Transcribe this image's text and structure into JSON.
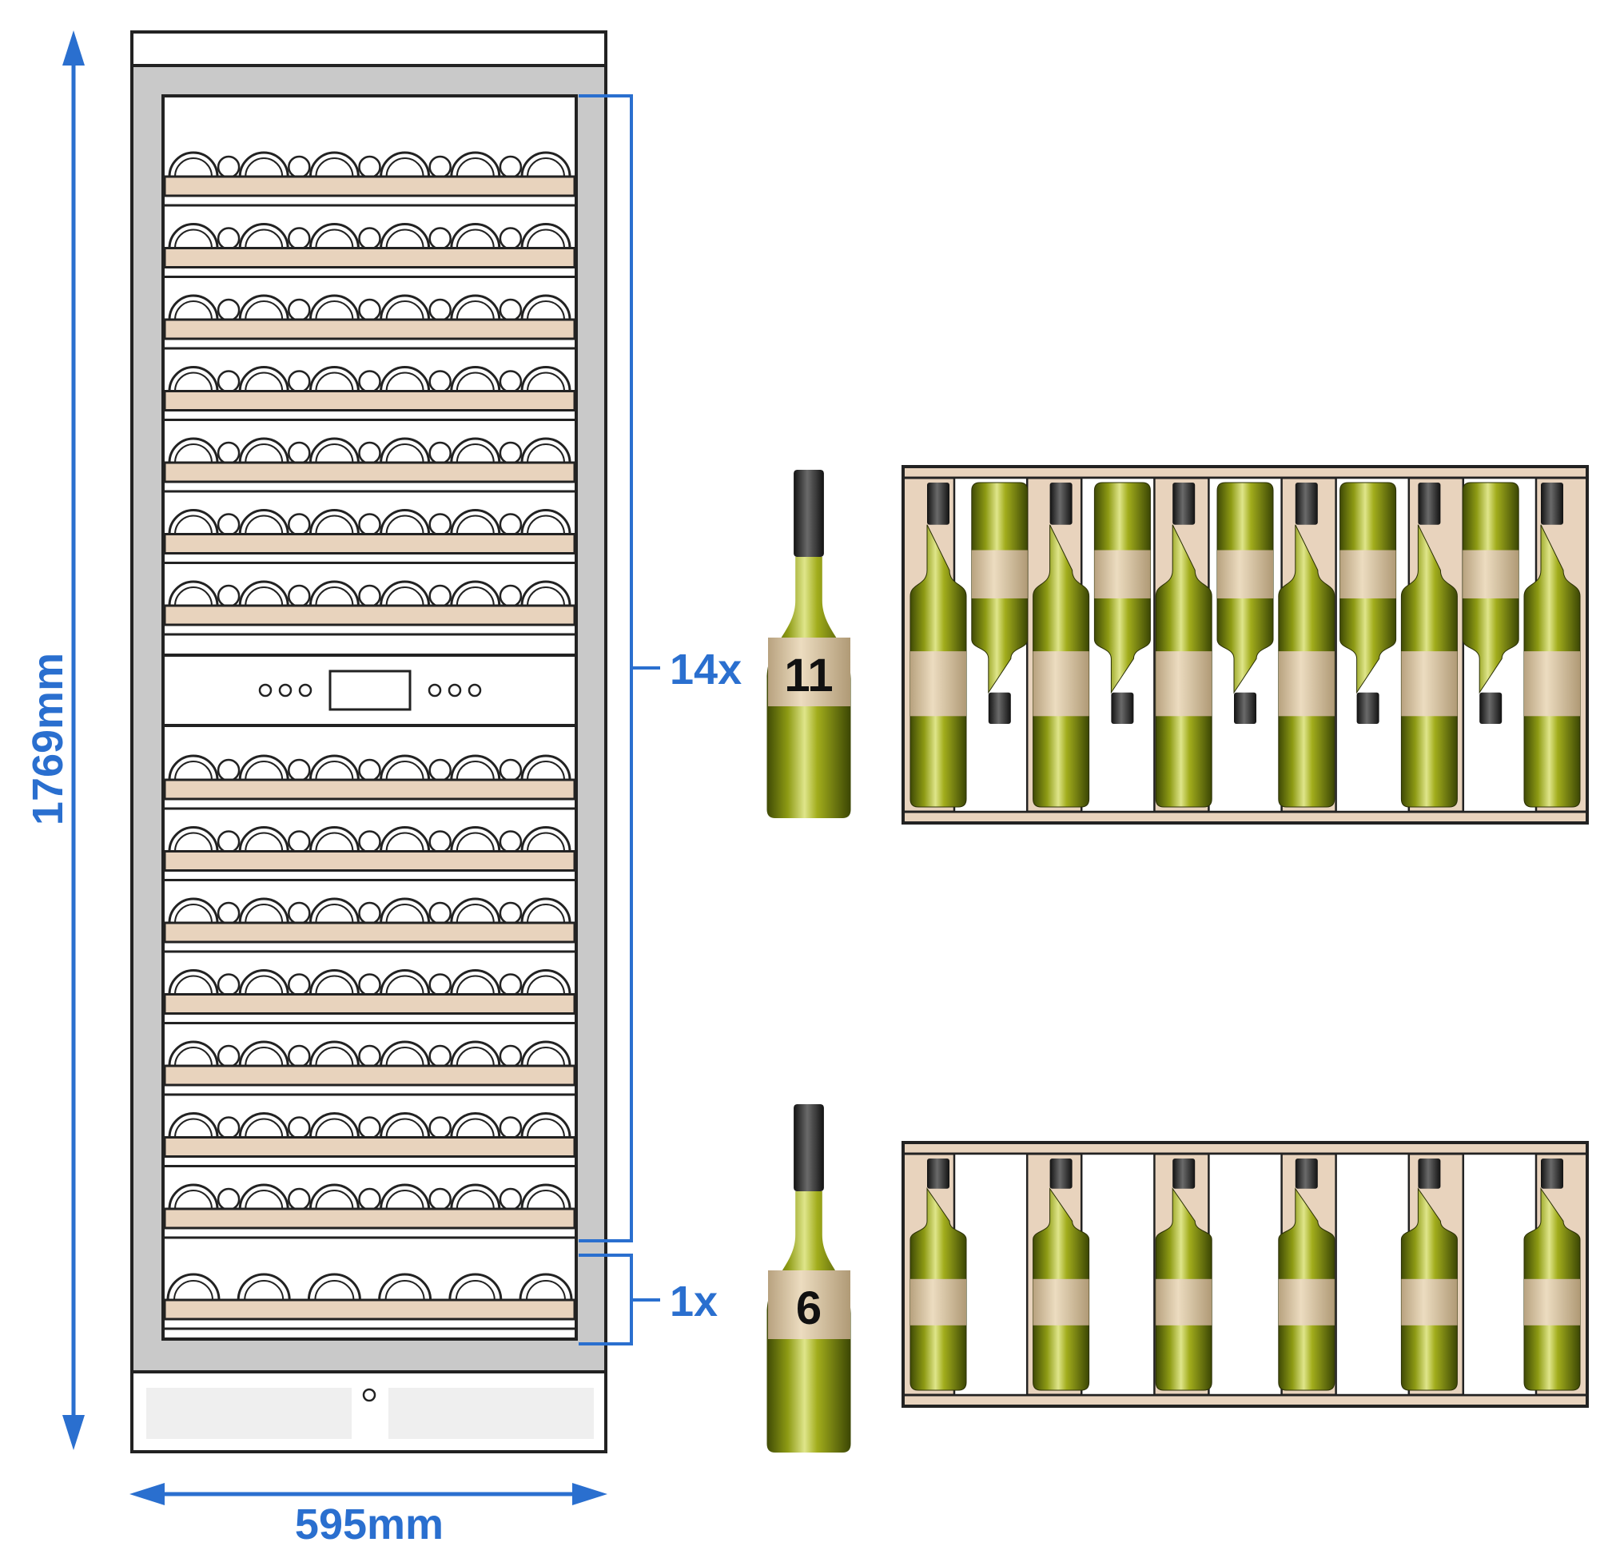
{
  "dimensions": {
    "height_label": "1769mm",
    "width_label": "595mm"
  },
  "shelves": {
    "standard_count_label": "14x",
    "bottom_count_label": "1x",
    "standard_bottles_label": "11",
    "bottom_bottles_label": "6",
    "standard_shelf_count": 14,
    "standard_bottles_per_shelf": 11,
    "bottom_shelf_count": 1,
    "bottom_bottles_per_shelf": 6
  },
  "colors": {
    "accent_blue": "#2a6fcf",
    "outline": "#222222",
    "frame_grey": "#c9c9c9",
    "shelf_wood": "#e8d3bd",
    "bottle_green": "#7d8a12",
    "bottle_cap": "#1f1f1f",
    "label_beige": "#e2cda9"
  }
}
